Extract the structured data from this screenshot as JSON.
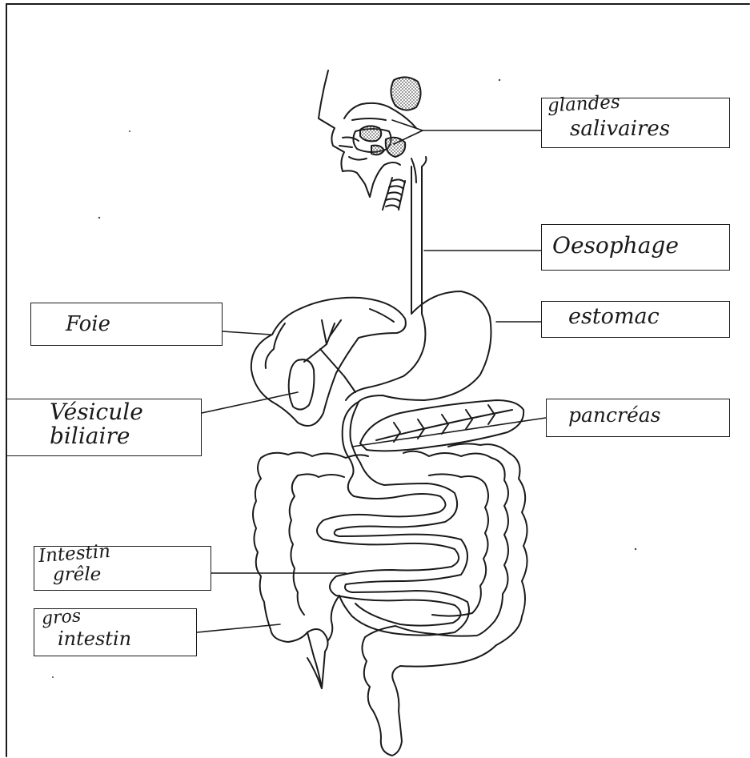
{
  "labels": {
    "salivary": [
      "glandes",
      "salivaires"
    ],
    "esophagus": "Oesophage",
    "stomach": "estomac",
    "liver": "Foie",
    "gallbladder": [
      "Vésicule",
      "biliaire"
    ],
    "pancreas": "pancréas",
    "small_intestine": [
      "Intestin",
      "grêle"
    ],
    "large_intestine": [
      "gros",
      "intestin"
    ]
  },
  "colors": {
    "ink": "#1a1a1a",
    "paper": "#ffffff"
  }
}
